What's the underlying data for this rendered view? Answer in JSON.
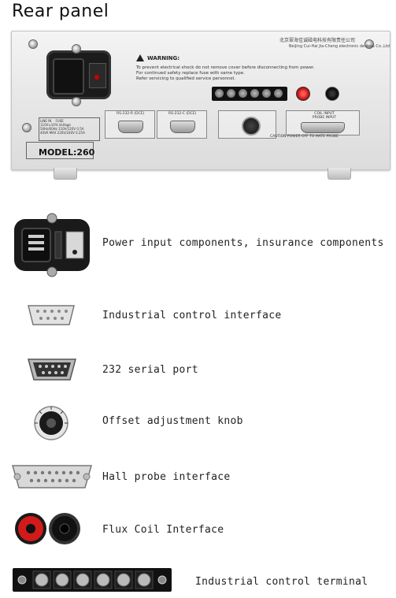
{
  "header": {
    "title": "Rear panel"
  },
  "panel": {
    "warning_title": "WARNING:",
    "warning_lines": [
      "To prevent electrical shock do not remove cover before disconnecting from power.",
      "For continued safety replace fuse with same type.",
      "Refer servicing to qualified service personnel."
    ],
    "company_cn": "北京翠海佳诚磁电科技有限责任公司",
    "company_en": "Beijing Cui-Hai Jia-Cheng electronic devices Co.,Ltd",
    "port_labels": {
      "rs232_r": "RS-232-R (DCE)",
      "rs232_c": "RS-232-C (DCE)",
      "coil_probe": "COIL INPUT PROBE INPUT"
    },
    "fuse_table": {
      "line_in": "LINE IN",
      "fuse": "FUSE",
      "voltage": "110V±10% Voltage",
      "freq": "50Hz/60Hz",
      "power": "40VA MAX",
      "rating1": "110V/120V 0.5A",
      "rating2": "220V/240V 0.25A"
    },
    "caution": "CAUTION POWER OFF TO MATE PROBE",
    "model": "MODEL:260"
  },
  "legend": [
    {
      "icon": "power-fuse-module-icon",
      "label": "Power input components, insurance components"
    },
    {
      "icon": "db9-connector-icon",
      "label": "Industrial control interface"
    },
    {
      "icon": "db9-serial-port-icon",
      "label": "232 serial port"
    },
    {
      "icon": "offset-knob-icon",
      "label": "Offset adjustment knob"
    },
    {
      "icon": "db15-connector-icon",
      "label": "Hall probe interface"
    },
    {
      "icon": "banana-jacks-icon",
      "label": "Flux Coil Interface"
    },
    {
      "icon": "terminal-block-icon",
      "label": "Industrial control terminal"
    }
  ],
  "colors": {
    "jack_red": "#d11a1a",
    "jack_black": "#111111",
    "panel": "#e6e6e6"
  }
}
